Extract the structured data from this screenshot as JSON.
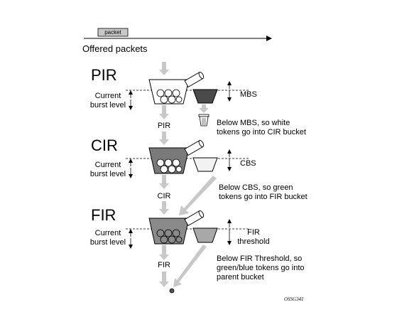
{
  "top": {
    "packet_label": "packet",
    "offered_label": "Offered packets"
  },
  "stages": [
    {
      "title": "PIR",
      "left_label": [
        "Current",
        "burst level"
      ],
      "out_label": "PIR",
      "bucket_label": "MBS",
      "note": [
        "Below MBS, so white",
        "tokens go into CIR bucket"
      ]
    },
    {
      "title": "CIR",
      "left_label": [
        "Current",
        "burst level"
      ],
      "out_label": "CIR",
      "bucket_label": "CBS",
      "note": [
        "Below CBS, so green",
        "tokens go into FIR bucket"
      ]
    },
    {
      "title": "FIR",
      "left_label": [
        "Current",
        "burst level"
      ],
      "out_label": "FIR",
      "bucket_label": [
        "FIR",
        "threshold"
      ],
      "note": [
        "Below FIR Threshold, so",
        "green/blue tokens go into",
        "parent bucket"
      ]
    }
  ],
  "figure_id": "OSSG341",
  "colors": {
    "arrow_gray": "#c8c8c8",
    "pir_bucket_fill": "#ffffff",
    "cir_bucket_fill": "#7a7a7a",
    "fir_bucket_fill": "#8a8a8a",
    "mbs_fill": "#4a4a4a",
    "cbs_fill": "#f2f2f2",
    "fir_threshold_fill": "#a8a8a8",
    "packet_fill": "#c8c8c8"
  }
}
